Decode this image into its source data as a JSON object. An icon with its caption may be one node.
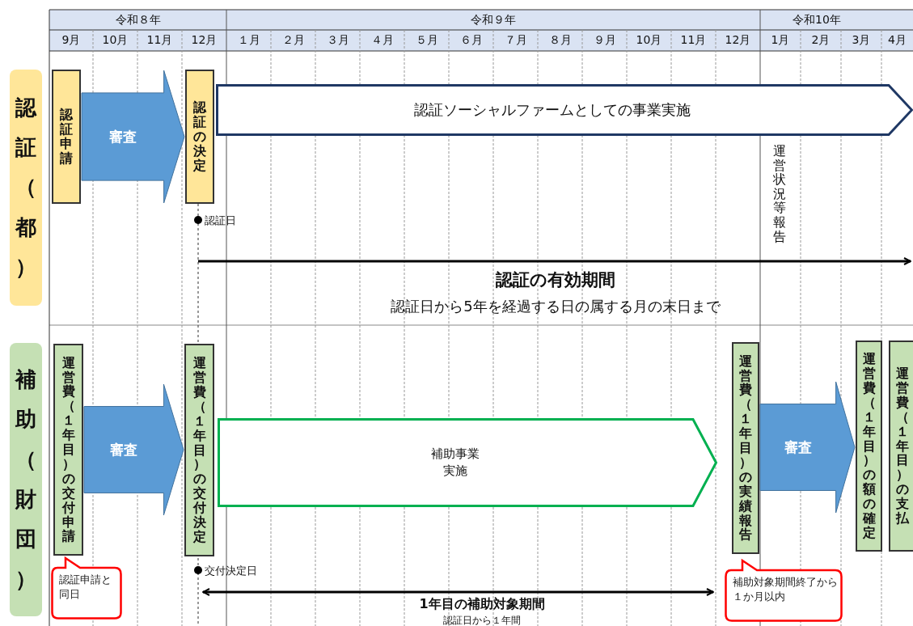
{
  "diagram": {
    "nodes": [
      {
        "text": [
          "認証（都）"
        ]
      },
      {
        "text": [
          "認証申請"
        ]
      },
      {
        "text": [
          "認証の決定"
        ]
      },
      {
        "text": [
          "認証ソーシャルファームとしての事業実施"
        ]
      },
      {
        "text": [
          "補助（財団）"
        ]
      },
      {
        "text": [
          "運営費（１年目）の交付申請"
        ]
      },
      {
        "text": [
          "運営費（１年目）の交付決定"
        ]
      },
      {
        "text": [
          "補助事業実施"
        ]
      },
      {
        "text": [
          "運営費（１年目）の実績報告"
        ]
      },
      {
        "text": [
          "運営費（１年目）の額の確定"
        ]
      },
      {
        "text": [
          "運営費（１年目）の支払"
        ]
      },
      {
        "text": [
          "認証申請と同日"
        ]
      },
      {
        "text": [
          "補助対象期間終了から１か月以内"
        ]
      }
    ],
    "edges": [
      {
        "from": 1,
        "to": 2,
        "arrow": "to",
        "label": "審査",
        "style": "thick"
      },
      {
        "from": 5,
        "to": 6,
        "arrow": "to",
        "label": "審査",
        "style": "thick"
      },
      {
        "from": 8,
        "to": 9,
        "arrow": "to",
        "label": "審査",
        "style": "thick"
      }
    ],
    "labels": [
      "令和８年",
      "令和９年",
      "令和10年",
      "9月",
      "10月",
      "11月",
      "12月",
      "１月",
      "２月",
      "３月",
      "４月",
      "５月",
      "６月",
      "７月",
      "８月",
      "９月",
      "10月",
      "11月",
      "12月",
      "1月",
      "2月",
      "3月",
      "4月",
      "認証日",
      "運営状況等報告",
      "認証の有効期間",
      "認証日から5年を経過する日の属する月の末日まで",
      "交付決定日",
      "1年目の補助対象期間",
      "認証日から１年間"
    ]
  }
}
